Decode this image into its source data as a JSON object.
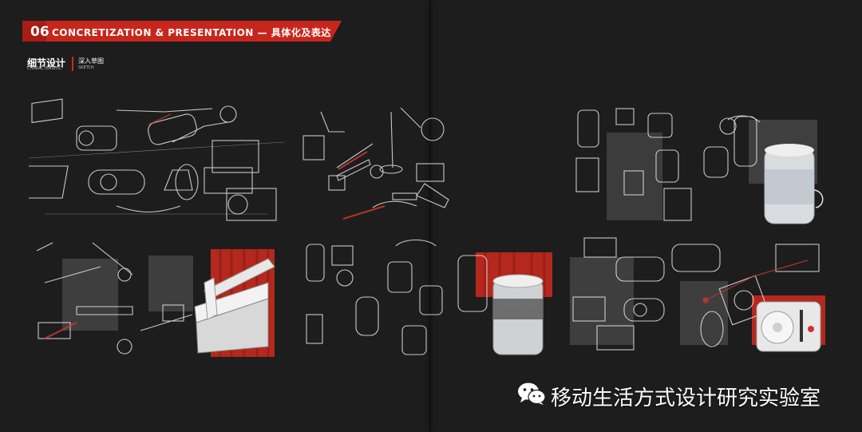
{
  "header": {
    "section_number": "06",
    "section_title": "CONCRETIZATION & PRESENTATION — 具体化及表达"
  },
  "subhead": {
    "title_cn": "细节设计",
    "title_en": "CHARACTERISTIC",
    "subtitle_cn": "深入草图",
    "subtitle_en": "SKETCH"
  },
  "watermark": {
    "icon": "wechat-icon",
    "text": "移动生活方式设计研究实验室"
  },
  "colors": {
    "background": "#1d1d1d",
    "accent_red": "#d0271d",
    "sketch_line": "#e8e8e8"
  },
  "panels": [
    {
      "name": "sketch-panel-speakers",
      "subject": "speaker-sketches"
    },
    {
      "name": "sketch-panel-lamp",
      "subject": "lamp-sketches"
    },
    {
      "name": "sketch-panel-cylinder-render",
      "subject": "cylinder-device-render"
    },
    {
      "name": "sketch-panel-bar-render",
      "subject": "bar-device-render"
    },
    {
      "name": "sketch-panel-canister",
      "subject": "canister-render"
    },
    {
      "name": "sketch-panel-radio",
      "subject": "radio-render"
    }
  ]
}
